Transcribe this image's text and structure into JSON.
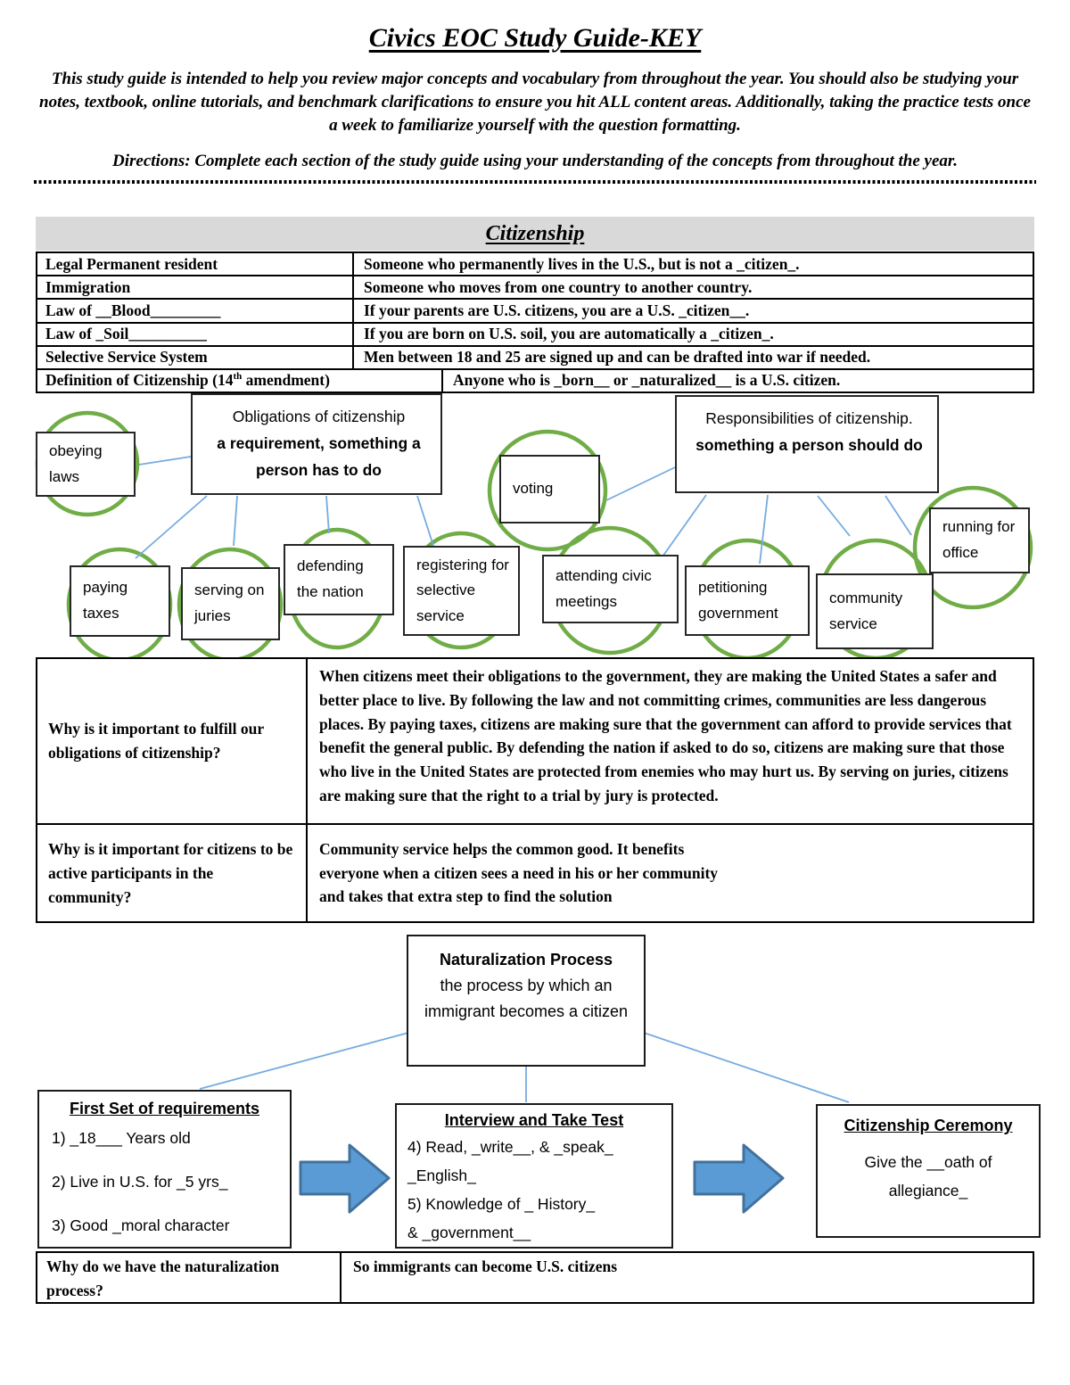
{
  "page": {
    "title": "Civics EOC Study Guide-KEY",
    "intro": "This study guide is intended to help you review major concepts and vocabulary from throughout the year.  You should also be studying your notes, textbook, online tutorials, and benchmark clarifications to ensure you hit ALL content areas.  Additionally, taking the practice tests once a week to familiarize yourself with the question formatting.",
    "directions": "Directions: Complete each section of the study guide using your understanding of the concepts from throughout the year."
  },
  "section": {
    "header": "Citizenship"
  },
  "vocab_table": {
    "rows": [
      {
        "term": "Legal Permanent resident",
        "definition": "Someone who permanently lives in the U.S., but is not a _citizen_."
      },
      {
        "term": "Immigration",
        "definition": "Someone who moves from one country to another country."
      },
      {
        "term": "Law of __Blood_________",
        "definition": "If your parents are U.S. citizens, you are a U.S. _citizen__."
      },
      {
        "term": "Law of _Soil__________",
        "definition": "If you are born on U.S. soil, you are automatically a _citizen_."
      },
      {
        "term": "Selective Service System",
        "definition": "Men between 18 and 25 are signed up and can be drafted into war if needed."
      }
    ],
    "definition_row": {
      "term_prefix": "Definition of Citizenship (14",
      "term_sup": "th",
      "term_suffix": " amendment)",
      "definition": "Anyone who is _born__ or _naturalized__ is a U.S. citizen."
    }
  },
  "concept_map": {
    "obligations": {
      "title": "Obligations of citizenship",
      "subtitle": "a requirement, something a person has to do",
      "items": {
        "obeying": "obeying laws",
        "paying": "paying taxes",
        "serving": "serving on juries",
        "defending": "defending the nation",
        "registering": "registering for selective service"
      }
    },
    "responsibilities": {
      "title": "Responsibilities of citizenship.",
      "subtitle": "something a person should do",
      "items": {
        "voting": "voting",
        "attending": "attending civic meetings",
        "petitioning": "petitioning government",
        "community": "community service",
        "running": "running for office"
      }
    }
  },
  "qa_table": {
    "rows": [
      {
        "question": "Why is it important to fulfill our obligations of citizenship?",
        "answer": "When citizens meet their obligations to the government, they are making the United States a safer and better place to live. By following the law and not committing crimes, communities are less dangerous places. By paying taxes, citizens are making sure that the government can afford to provide services that benefit the general public. By defending the nation if asked to do so, citizens are making sure that those who live in the United States are protected from enemies who may hurt us. By serving on juries, citizens are making sure that the right to a trial by jury is protected."
      },
      {
        "question": "Why is it important for citizens to be active participants in the community?",
        "answer": "Community service helps the common good. It benefits\neveryone when a citizen sees a need in his or her community\nand takes that extra step to find the solution"
      }
    ]
  },
  "naturalization": {
    "process_title": "Naturalization Process",
    "process_desc": "the process by which an immigrant becomes a citizen",
    "step1_title": "First Set of requirements",
    "step1_items": [
      "1)  _18___ Years old",
      "2) Live in U.S. for _5 yrs_",
      "3) Good _moral character"
    ],
    "step2_title": "Interview and Take Test",
    "step2_lines": [
      "4) Read, _write__, & _speak_",
      "_English_",
      "5) Knowledge of _ History_",
      "& _government__"
    ],
    "step3_title": "Citizenship Ceremony",
    "step3_body": "Give the __oath of allegiance_",
    "question": "Why do we have the naturalization process?",
    "answer": "So immigrants can become U.S. citizens"
  },
  "colors": {
    "circle_green": "#70AD47",
    "connector_blue": "#76ABDF",
    "arrow_fill": "#5B9BD5",
    "arrow_border": "#41719C",
    "header_gray": "#D9D9D9"
  }
}
